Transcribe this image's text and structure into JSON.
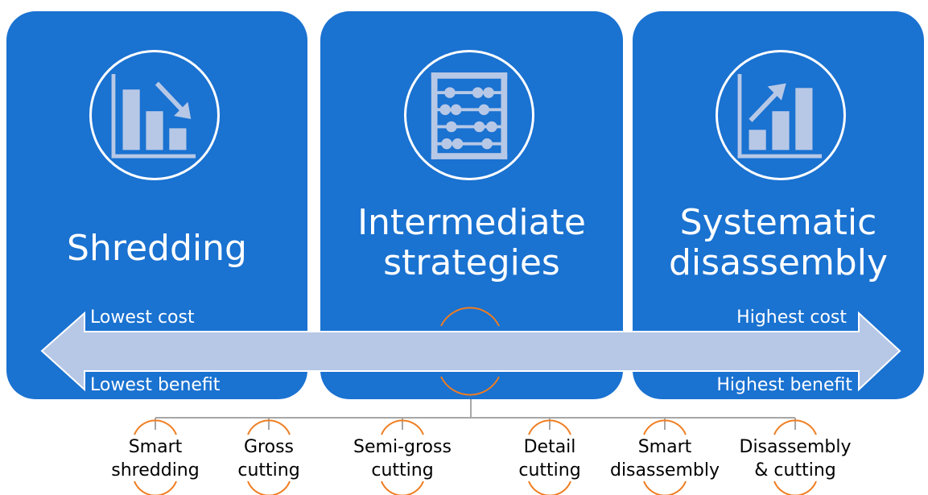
{
  "colors": {
    "card": "#1a72d1",
    "arrow": "#b7c8e6",
    "icon": "#b7c8e6",
    "accent": "#f07d20",
    "connector": "#a6a6a6"
  },
  "cards": [
    {
      "title_lines": [
        "Shredding"
      ],
      "icon": "bar-chart-decreasing-icon"
    },
    {
      "title_lines": [
        "Intermediate",
        "strategies"
      ],
      "icon": "abacus-icon"
    },
    {
      "title_lines": [
        "Systematic",
        "disassembly"
      ],
      "icon": "bar-chart-increasing-icon"
    }
  ],
  "arrow": {
    "left_top": "Lowest cost",
    "left_bottom": "Lowest benefit",
    "right_top": "Highest cost",
    "right_bottom": "Highest benefit"
  },
  "substrategies": [
    {
      "line1": "Smart",
      "line2": "shredding"
    },
    {
      "line1": "Gross",
      "line2": "cutting"
    },
    {
      "line1": "Semi-gross",
      "line2": "cutting"
    },
    {
      "line1": "Detail",
      "line2": "cutting"
    },
    {
      "line1": "Smart",
      "line2": "disassembly"
    },
    {
      "line1": "Disassembly",
      "line2": "& cutting"
    }
  ]
}
